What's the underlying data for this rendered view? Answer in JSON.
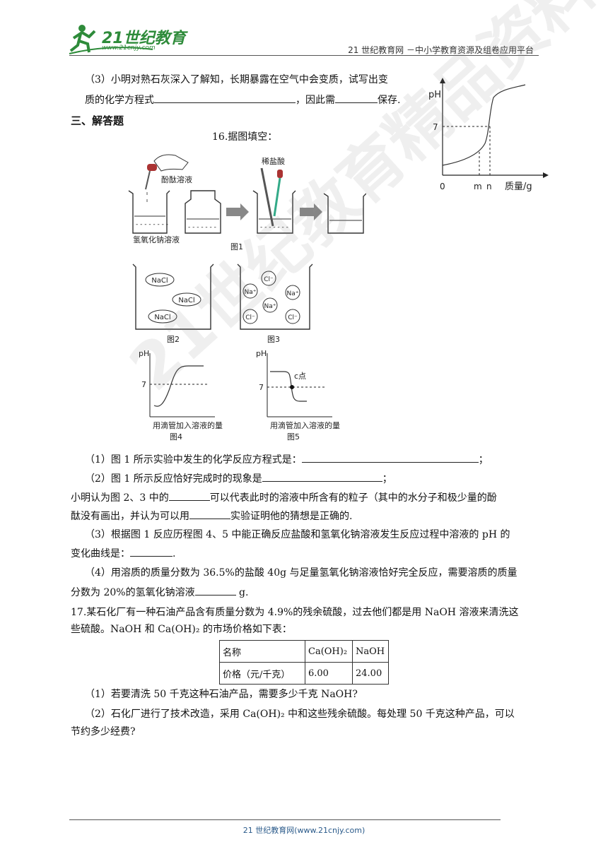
{
  "header": {
    "logo_text": "21世纪教育",
    "logo_url": "www.21cnjy.com",
    "right_text": "21 世纪教育网 －中小学教育资源及组卷应用平台"
  },
  "q15_part3": {
    "line1": "（3）小明对熟石灰深入了解知，长期暴露在空气中会变质，试写出变",
    "line2_a": "质的化学方程式",
    "line2_b": "，因此需",
    "line2_c": "保存."
  },
  "top_graph": {
    "ylabel": "pH",
    "y_mark": "7",
    "x_origin": "0",
    "x_marks": [
      "m",
      "n"
    ],
    "xlabel": "质量/g"
  },
  "section3": {
    "title": "三、解答题"
  },
  "q16": {
    "title": "16.据图填空：",
    "fig1": {
      "label_indicator": "酚酞溶液",
      "label_acid": "稀盐酸",
      "label_base": "氢氧化钠溶液",
      "caption": "图1"
    },
    "fig2": {
      "items": [
        "NaCl",
        "NaCl",
        "NaCl"
      ],
      "caption": "图2"
    },
    "fig3": {
      "ions": [
        "Cl⁻",
        "Na⁺",
        "Na⁺",
        "Na⁺",
        "Cl⁻",
        "Cl⁻"
      ],
      "caption": "图3"
    },
    "fig4": {
      "ylabel": "pH",
      "y_mark": "7",
      "xlabel": "用滴管加入溶液的量",
      "caption": "图4"
    },
    "fig5": {
      "ylabel": "pH",
      "y_mark": "7",
      "point_label": "c点",
      "xlabel": "用滴管加入溶液的量",
      "caption": "图5"
    },
    "p1_a": "（1）图 1 所示实验中发生的化学反应方程式是：",
    "p1_b": "；",
    "p2_a": "（2）图 1 所示反应恰好完成时的现象是",
    "p2_b": "；",
    "p2_line2_a": "小明认为图 2、3 中的",
    "p2_line2_b": "可以代表此时的溶液中所含有的粒子（其中的水分子和极少量的酚",
    "p2_line3_a": "酞没有画出，并认为可以用",
    "p2_line3_b": "实验证明他的猜想是正确的.",
    "p3_a": "（3）根据图 1 反应历程图 4、5 中能正确反应盐酸和氢氧化钠溶液发生反应过程中溶液的 pH 的",
    "p3_b": "变化曲线是：",
    "p3_c": ".",
    "p4_a": "（4）用溶质的质量分数为 36.5%的盐酸 40g 与足量氢氧化钠溶液恰好完全反应，需要溶质的质量",
    "p4_b": "分数为 20%的氢氧化钠溶液",
    "p4_c": " g."
  },
  "q17": {
    "line1": "17.某石化厂有一种石油产品含有质量分数为 4.9%的残余硫酸，过去他们都是用 NaOH 溶液来清洗这",
    "line2": "些硫酸。NaOH 和 Ca(OH)₂ 的市场价格如下表：",
    "table": {
      "headers": [
        "名称",
        "Ca(OH)₂",
        "NaOH"
      ],
      "row": [
        "价格（元/千克）",
        "6.00",
        "24.00"
      ]
    },
    "p1": "（1）若要清洗 50 千克这种石油产品，需要多少千克 NaOH?",
    "p2_a": "（2）石化厂进行了技术改造，采用 Ca(OH)₂ 中和这些残余硫酸。每处理 50 千克这种产品，可以",
    "p2_b": "节约多少经费?"
  },
  "watermark": "21世纪教育精品资料",
  "footer": {
    "text": "21 世纪教育网(www.21cnjy.com)"
  }
}
